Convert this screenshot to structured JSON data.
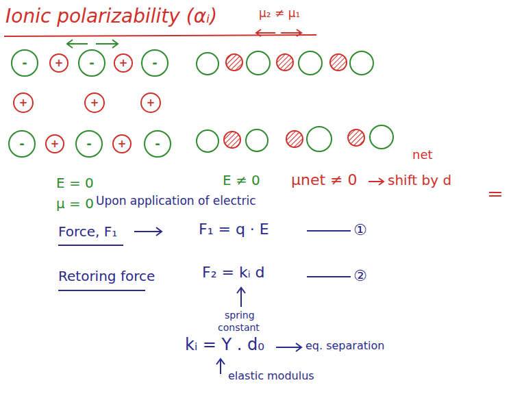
{
  "diagram": {
    "title": "Ionic polarizability (αᵢ)",
    "nodes": [
      {
        "text": [
          "-"
        ]
      },
      {
        "text": [
          "+"
        ]
      },
      {
        "text": [
          "-"
        ]
      },
      {
        "text": [
          "+"
        ]
      },
      {
        "text": [
          "-"
        ]
      },
      {
        "text": [
          "+"
        ]
      },
      {
        "text": [
          "+"
        ]
      },
      {
        "text": [
          "+"
        ]
      },
      {
        "text": [
          "-"
        ]
      },
      {
        "text": [
          "+"
        ]
      },
      {
        "text": [
          "-"
        ]
      },
      {
        "text": [
          "+"
        ]
      },
      {
        "text": [
          "-"
        ]
      }
    ],
    "labels": [
      "μ₂ ≠ μ₁",
      "E = 0",
      "μ = 0",
      "E ≠ 0",
      "μnet ≠ 0",
      "net",
      "shift by d",
      "Upon application of electric",
      "Force, F₁",
      "F₁ = q · E",
      "①",
      "Retoring force",
      "F₂ = kᵢ d",
      "②",
      "spring",
      "constant",
      "kᵢ = Y . d₀",
      "eq. separation",
      "elastic modulus"
    ]
  }
}
